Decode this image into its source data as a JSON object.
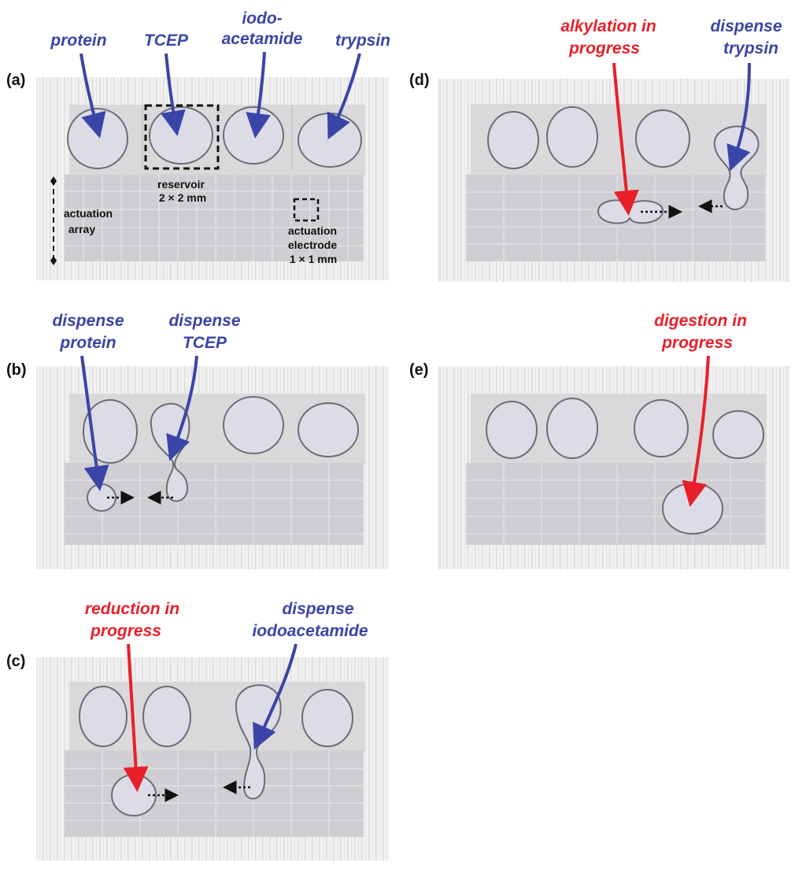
{
  "panels": {
    "a": {
      "letter": "(a)",
      "protein": "protein",
      "tcep": "TCEP",
      "iodo1": "iodo-",
      "iodo2": "acetamide",
      "trypsin": "trypsin",
      "reservoir1": "reservoir",
      "reservoir2": "2 × 2 mm",
      "array1": "actuation",
      "array2": "array",
      "electrode1": "actuation",
      "electrode2": "electrode",
      "electrode3": "1 × 1 mm"
    },
    "b": {
      "letter": "(b)",
      "dp1": "dispense",
      "dp2": "protein",
      "dt1": "dispense",
      "dt2": "TCEP"
    },
    "c": {
      "letter": "(c)",
      "red1": "reduction in",
      "red2": "progress",
      "di1": "dispense",
      "di2": "iodoacetamide"
    },
    "d": {
      "letter": "(d)",
      "alk1": "alkylation in",
      "alk2": "progress",
      "dtr1": "dispense",
      "dtr2": "trypsin"
    },
    "e": {
      "letter": "(e)",
      "dig1": "digestion in",
      "dig2": "progress"
    }
  },
  "colors": {
    "blue": "#3a45a8",
    "red": "#e8202a",
    "board": "#d8d8da",
    "electrode": "#cbcbd1",
    "droplet": "#dcdce6",
    "rim": "#6c6c74"
  }
}
